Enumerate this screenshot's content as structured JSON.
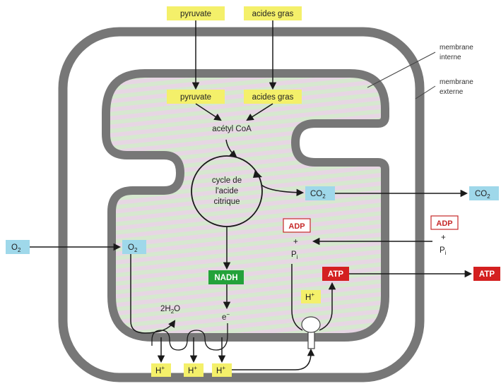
{
  "colors": {
    "yellow_box": "#f4f06a",
    "blue_box": "#9fd8ea",
    "green_box": "#23a23a",
    "red_box": "#d42020",
    "membrane": "#777777",
    "matrix_pink": "#e7d6e4",
    "matrix_green": "#d6e8cf"
  },
  "labels": {
    "pyruvate_top": "pyruvate",
    "acides_gras_top": "acides gras",
    "pyruvate_inner": "pyruvate",
    "acides_gras_inner": "acides gras",
    "acetyl_coa": "acétyl CoA",
    "cycle_line1": "cycle de",
    "cycle_line2": "l'acide",
    "cycle_line3": "citrique",
    "co2_inner_base": "CO",
    "co2_inner_sub": "2",
    "co2_outer_base": "CO",
    "co2_outer_sub": "2",
    "membrane_interne_1": "membrane",
    "membrane_interne_2": "interne",
    "membrane_externe_1": "membrane",
    "membrane_externe_2": "externe",
    "o2_outer_base": "O",
    "o2_outer_sub": "2",
    "o2_inner_base": "O",
    "o2_inner_sub": "2",
    "nadh": "NADH",
    "electron_base": "e",
    "electron_sup": "−",
    "water_pre": "2H",
    "water_sub": "2",
    "water_post": "O",
    "adp_inner": "ADP",
    "adp_outer": "ADP",
    "plus_inner": "+",
    "plus_outer": "+",
    "pi_inner_base": "P",
    "pi_inner_sub": "i",
    "pi_outer_base": "P",
    "pi_outer_sub": "i",
    "atp_inner": "ATP",
    "atp_outer": "ATP",
    "h_inner_base": "H",
    "h_inner_sup": "+",
    "h1_base": "H",
    "h1_sup": "+",
    "h2_base": "H",
    "h2_sup": "+",
    "h3_base": "H",
    "h3_sup": "+"
  }
}
